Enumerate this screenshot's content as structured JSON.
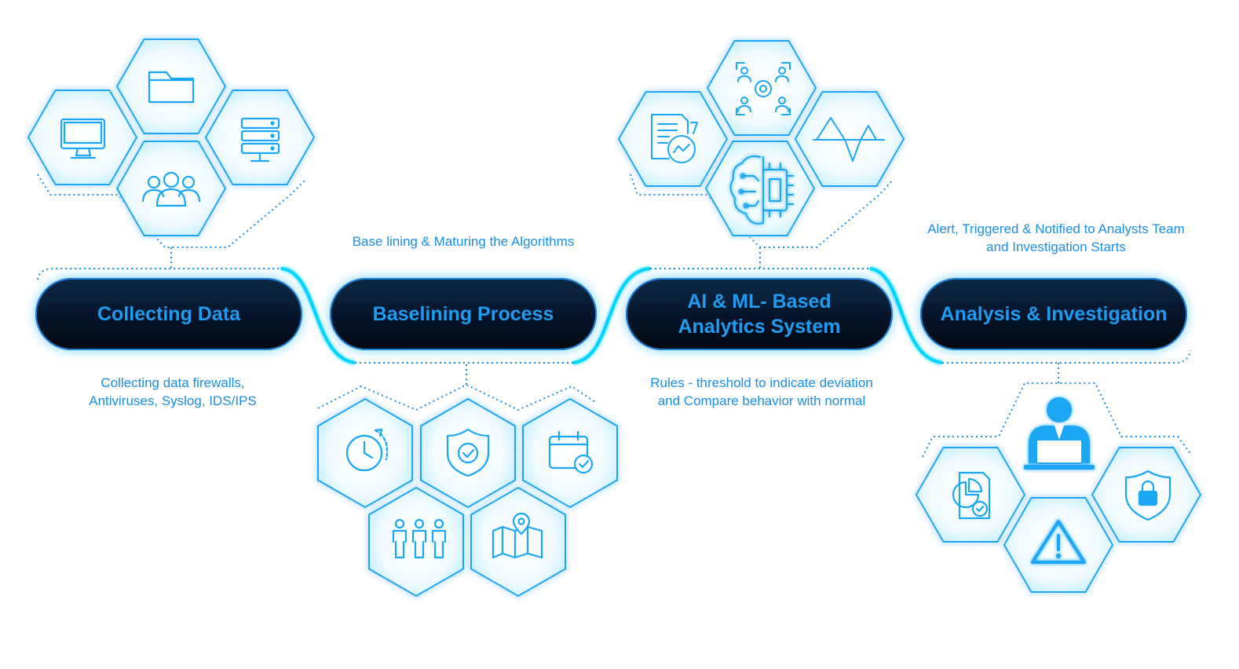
{
  "colors": {
    "accent": "#1f9bf0",
    "hex_stroke": "#1aa7f5",
    "connector": "#00d4ff",
    "pill_dark": "#06142a"
  },
  "steps": [
    {
      "title": "Collecting Data",
      "caption": "Collecting data firewalls,\nAntiviruses, Syslog, IDS/IPS",
      "icons": [
        "folder-icon",
        "computer-icon",
        "server-icon",
        "team-icon"
      ]
    },
    {
      "title": "Baselining Process",
      "caption": "Base lining & Maturing the Algorithms",
      "icons": [
        "clock-refresh-icon",
        "shield-check-icon",
        "calendar-check-icon",
        "people-icon",
        "map-pin-icon"
      ]
    },
    {
      "title": "AI & ML- Based\nAnalytics System",
      "caption": "Rules - threshold to indicate deviation\nand Compare behavior with normal",
      "icons": [
        "network-gear-icon",
        "report-chart-icon",
        "waveform-icon",
        "ai-brain-chip-icon"
      ]
    },
    {
      "title": "Analysis & Investigation",
      "caption": "Alert, Triggered & Notified to Analysts Team\nand Investigation Starts",
      "icons": [
        "analyst-laptop-icon",
        "pie-report-icon",
        "lock-shield-icon",
        "warning-icon"
      ]
    }
  ]
}
